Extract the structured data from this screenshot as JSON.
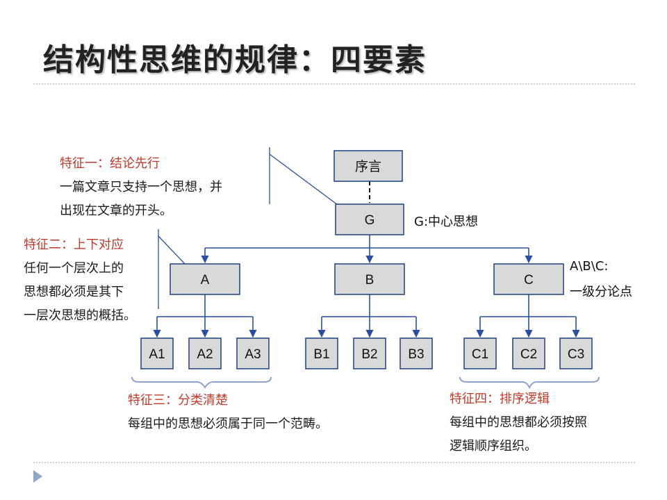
{
  "title": "结构性思维的规律：四要素",
  "nodes": {
    "preface": "序言",
    "g": "G",
    "a": "A",
    "b": "B",
    "c": "C",
    "a1": "A1",
    "a2": "A2",
    "a3": "A3",
    "b1": "B1",
    "b2": "B2",
    "b3": "B3",
    "c1": "C1",
    "c2": "C2",
    "c3": "C3"
  },
  "labels": {
    "g_meaning": "G:中心思想",
    "abc_line1": "A\\B\\C:",
    "abc_line2": "一级分论点"
  },
  "features": [
    {
      "heading": "特征一：结论先行",
      "lines": [
        "一篇文章只支持一个思想，并",
        "出现在文章的开头。"
      ]
    },
    {
      "heading": "特征二：上下对应",
      "lines": [
        "任何一个层次上的",
        "思想都必须是其下",
        "一层次思想的概括。"
      ]
    },
    {
      "heading": "特征三：分类清楚",
      "lines": [
        "每组中的思想必须属于同一个范畴。"
      ]
    },
    {
      "heading": "特征四：排序逻辑",
      "lines": [
        "每组中的思想都必须按照",
        "逻辑顺序组织。"
      ]
    }
  ],
  "colors": {
    "box_fill": "#d9d9d9",
    "box_stroke": "#1f3f7a",
    "connector": "#2a4fa0",
    "heading": "#c0392b",
    "brace": "#8ea2cf"
  }
}
